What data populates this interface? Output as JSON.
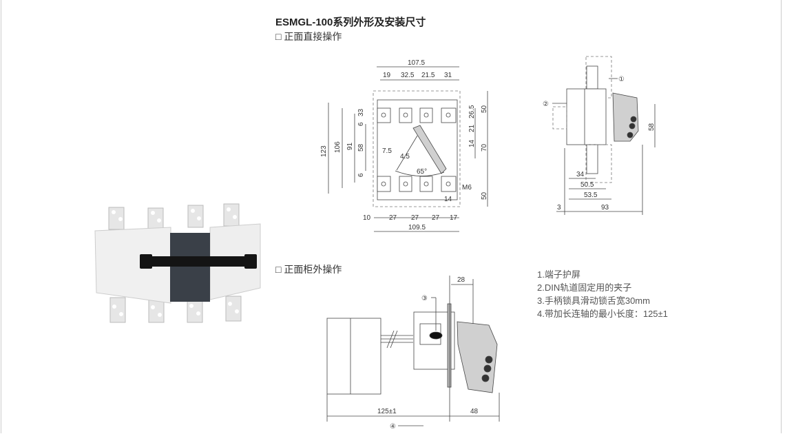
{
  "title": "ESMGL-100系列外形及安装尺寸",
  "section1": "□ 正面直接操作",
  "section2": "□ 正面柜外操作",
  "notes": [
    "1.端子护屏",
    "2.DIN轨道固定用的夹子",
    "3.手柄锁具滑动锁舌宽30mm",
    "4.带加长连轴的最小长度：125±1"
  ],
  "front_view": {
    "top_total": "107.5",
    "top_parts": [
      "19",
      "32.5",
      "21.5",
      "31"
    ],
    "left": [
      "123",
      "106",
      "91",
      "58",
      "33",
      "6",
      "6"
    ],
    "right": [
      "50",
      "70",
      "50",
      "26.5",
      "21",
      "14"
    ],
    "small": [
      "7.5",
      "4.5",
      "65°",
      "M6",
      "14"
    ],
    "bottom_parts": [
      "10",
      "27",
      "27",
      "27",
      "17"
    ],
    "bottom_total": "109.5"
  },
  "side_view": {
    "callouts": [
      "①",
      "②"
    ],
    "dims": [
      "58",
      "34",
      "50.5",
      "53.5",
      "3",
      "93"
    ]
  },
  "cabinet_view": {
    "callouts": [
      "③",
      "④"
    ],
    "dims": [
      "28",
      "125±1",
      "48"
    ]
  }
}
